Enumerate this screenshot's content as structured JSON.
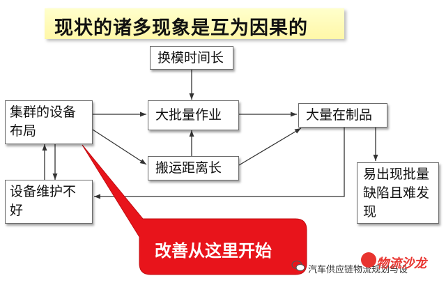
{
  "title": "现状的诸多现象是互为因果的",
  "nodes": {
    "mold_change": "换模时间长",
    "cluster": [
      "集群的设备",
      "布局"
    ],
    "batch": "大批量作业",
    "wip": "大量在制品",
    "transport": "搬运距离长",
    "maintenance": [
      "设备维护不",
      "好"
    ],
    "defect": [
      "易出现批量",
      "缺陷且难发",
      "现"
    ]
  },
  "callout": "改善从这里开始",
  "watermark": {
    "wechat_text": "汽车供应链物流规划与设",
    "logo_text": "物流沙龙"
  },
  "colors": {
    "title_bg": "#ffffcc",
    "callout": "#e8141b",
    "arrow": "#333333"
  }
}
